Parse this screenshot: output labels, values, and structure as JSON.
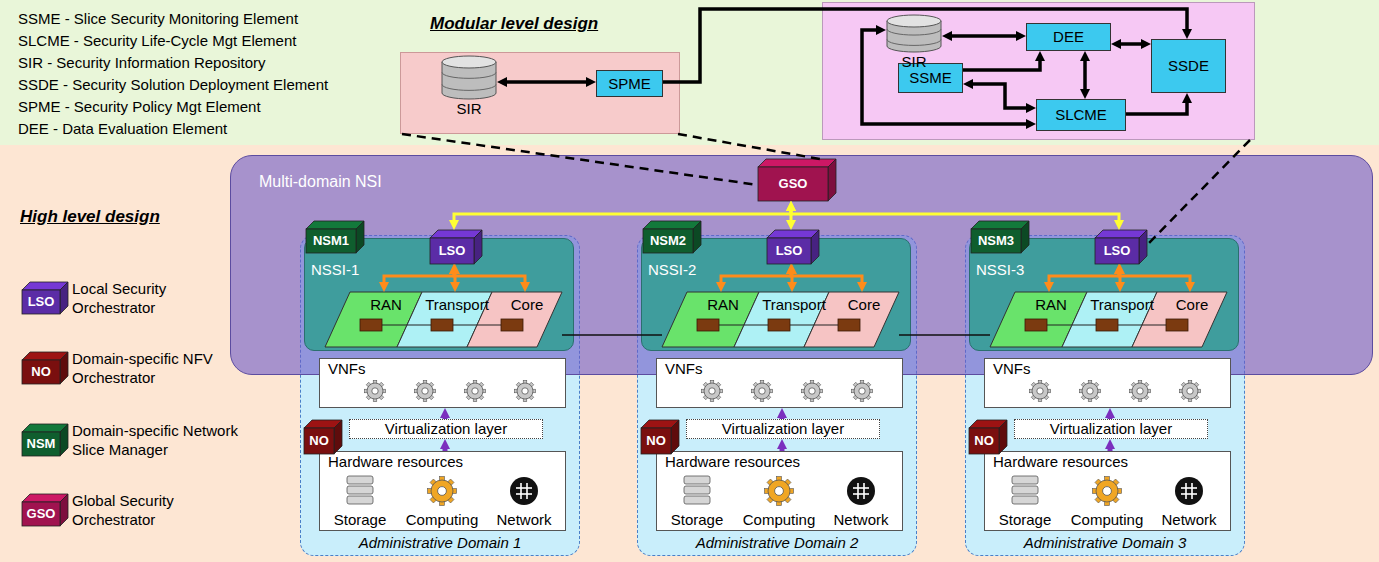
{
  "diagram": {
    "nodes": [
      {
        "text": [
          "Modular level design"
        ]
      },
      {
        "text": [],
        "in": 0
      },
      {
        "text": [
          "SIR"
        ],
        "in": 1
      },
      {
        "text": [
          "SPME"
        ],
        "in": 1
      },
      {
        "text": [],
        "in": 0
      },
      {
        "text": [
          "SIR"
        ],
        "in": 4
      },
      {
        "text": [
          "DEE"
        ],
        "in": 4
      },
      {
        "text": [
          "SSME"
        ],
        "in": 4
      },
      {
        "text": [
          "SLCME"
        ],
        "in": 4
      },
      {
        "text": [
          "SSDE"
        ],
        "in": 4
      },
      {
        "text": [
          "High level design"
        ]
      },
      {
        "text": [
          "Multi-domain NSI"
        ],
        "in": 10
      },
      {
        "text": [
          "GSO"
        ],
        "in": 11
      },
      {
        "text": [
          "Administrative Domain 1"
        ],
        "in": 10
      },
      {
        "text": [
          "NSM1"
        ],
        "in": 13
      },
      {
        "text": [
          "NSSI-1"
        ],
        "in": 13
      },
      {
        "text": [
          "LSO"
        ],
        "in": 15
      },
      {
        "text": [
          "RAN"
        ],
        "in": 15
      },
      {
        "text": [
          "Transport"
        ],
        "in": 15
      },
      {
        "text": [
          "Core"
        ],
        "in": 15
      },
      {
        "text": [
          "VNFs"
        ],
        "in": 13
      },
      {
        "text": [
          "Virtualization layer"
        ],
        "in": 13
      },
      {
        "text": [
          "Hardware resources",
          "Storage",
          "Computing",
          "Network"
        ],
        "in": 13
      },
      {
        "text": [
          "NO"
        ],
        "in": 13
      },
      {
        "text": [
          "Administrative Domain 2"
        ],
        "in": 10
      },
      {
        "text": [
          "NSM2"
        ],
        "in": 24
      },
      {
        "text": [
          "NSSI-2"
        ],
        "in": 24
      },
      {
        "text": [
          "LSO"
        ],
        "in": 26
      },
      {
        "text": [
          "RAN"
        ],
        "in": 26
      },
      {
        "text": [
          "Transport"
        ],
        "in": 26
      },
      {
        "text": [
          "Core"
        ],
        "in": 26
      },
      {
        "text": [
          "VNFs"
        ],
        "in": 24
      },
      {
        "text": [
          "Virtualization layer"
        ],
        "in": 24
      },
      {
        "text": [
          "Hardware resources",
          "Storage",
          "Computing",
          "Network"
        ],
        "in": 24
      },
      {
        "text": [
          "NO"
        ],
        "in": 24
      },
      {
        "text": [
          "Administrative Domain 3"
        ],
        "in": 10
      },
      {
        "text": [
          "NSM3"
        ],
        "in": 35
      },
      {
        "text": [
          "NSSI-3"
        ],
        "in": 35
      },
      {
        "text": [
          "LSO"
        ],
        "in": 37
      },
      {
        "text": [
          "RAN"
        ],
        "in": 37
      },
      {
        "text": [
          "Transport"
        ],
        "in": 37
      },
      {
        "text": [
          "Core"
        ],
        "in": 37
      },
      {
        "text": [
          "VNFs"
        ],
        "in": 35
      },
      {
        "text": [
          "Virtualization layer"
        ],
        "in": 35
      },
      {
        "text": [
          "Hardware resources",
          "Storage",
          "Computing",
          "Network"
        ],
        "in": 35
      },
      {
        "text": [
          "NO"
        ],
        "in": 35
      }
    ],
    "edges": [
      {
        "from": 2,
        "to": 3,
        "arrow": "both"
      },
      {
        "from": 3,
        "to": 9,
        "arrow": "to"
      },
      {
        "from": 5,
        "to": 6,
        "arrow": "both"
      },
      {
        "from": 7,
        "to": 6,
        "arrow": "to"
      },
      {
        "from": 6,
        "to": 8,
        "arrow": "both"
      },
      {
        "from": 6,
        "to": 9,
        "arrow": "both"
      },
      {
        "from": 7,
        "to": 8,
        "arrow": "both"
      },
      {
        "from": 8,
        "to": 9,
        "arrow": "to"
      },
      {
        "from": 5,
        "to": 8,
        "arrow": "both"
      },
      {
        "from": 1,
        "to": 12,
        "arrow": "none"
      },
      {
        "from": 1,
        "to": 12,
        "arrow": "none"
      },
      {
        "from": 4,
        "to": 38,
        "arrow": "none"
      },
      {
        "from": 12,
        "to": 16,
        "arrow": "both"
      },
      {
        "from": 16,
        "to": 17,
        "arrow": "both"
      },
      {
        "from": 16,
        "to": 18,
        "arrow": "both"
      },
      {
        "from": 16,
        "to": 19,
        "arrow": "both"
      },
      {
        "from": 22,
        "to": 21,
        "arrow": "to"
      },
      {
        "from": 21,
        "to": 20,
        "arrow": "to"
      },
      {
        "from": 12,
        "to": 27,
        "arrow": "both"
      },
      {
        "from": 27,
        "to": 28,
        "arrow": "both"
      },
      {
        "from": 27,
        "to": 29,
        "arrow": "both"
      },
      {
        "from": 27,
        "to": 30,
        "arrow": "both"
      },
      {
        "from": 33,
        "to": 32,
        "arrow": "to"
      },
      {
        "from": 32,
        "to": 31,
        "arrow": "to"
      },
      {
        "from": 12,
        "to": 38,
        "arrow": "both"
      },
      {
        "from": 38,
        "to": 39,
        "arrow": "both"
      },
      {
        "from": 38,
        "to": 40,
        "arrow": "both"
      },
      {
        "from": 38,
        "to": 41,
        "arrow": "both"
      },
      {
        "from": 44,
        "to": 43,
        "arrow": "to"
      },
      {
        "from": 43,
        "to": 42,
        "arrow": "to"
      },
      {
        "from": 19,
        "to": 28,
        "arrow": "none"
      },
      {
        "from": 30,
        "to": 39,
        "arrow": "none"
      }
    ],
    "labels": [
      "SSME - Slice Security Monitoring Element",
      "SLCME - Security Life-Cycle Mgt Element",
      "SIR - Security Information Repository",
      "SSDE - Security Solution Deployment Element",
      "SPME - Security Policy Mgt Element",
      "DEE - Data Evaluation Element",
      "LSO",
      "NO",
      "NSM",
      "GSO"
    ],
    "legend": [
      {
        "text": "Local Security Orchestrator",
        "color": "#5b2ca6"
      },
      {
        "text": "Domain-specific NFV Orchestrator",
        "color": "#7a0f0f"
      },
      {
        "text": "Domain-specific Network Slice Manager",
        "color": "#0f5e2e"
      },
      {
        "text": "Global Security Orchestrator",
        "color": "#a0134f"
      }
    ]
  }
}
